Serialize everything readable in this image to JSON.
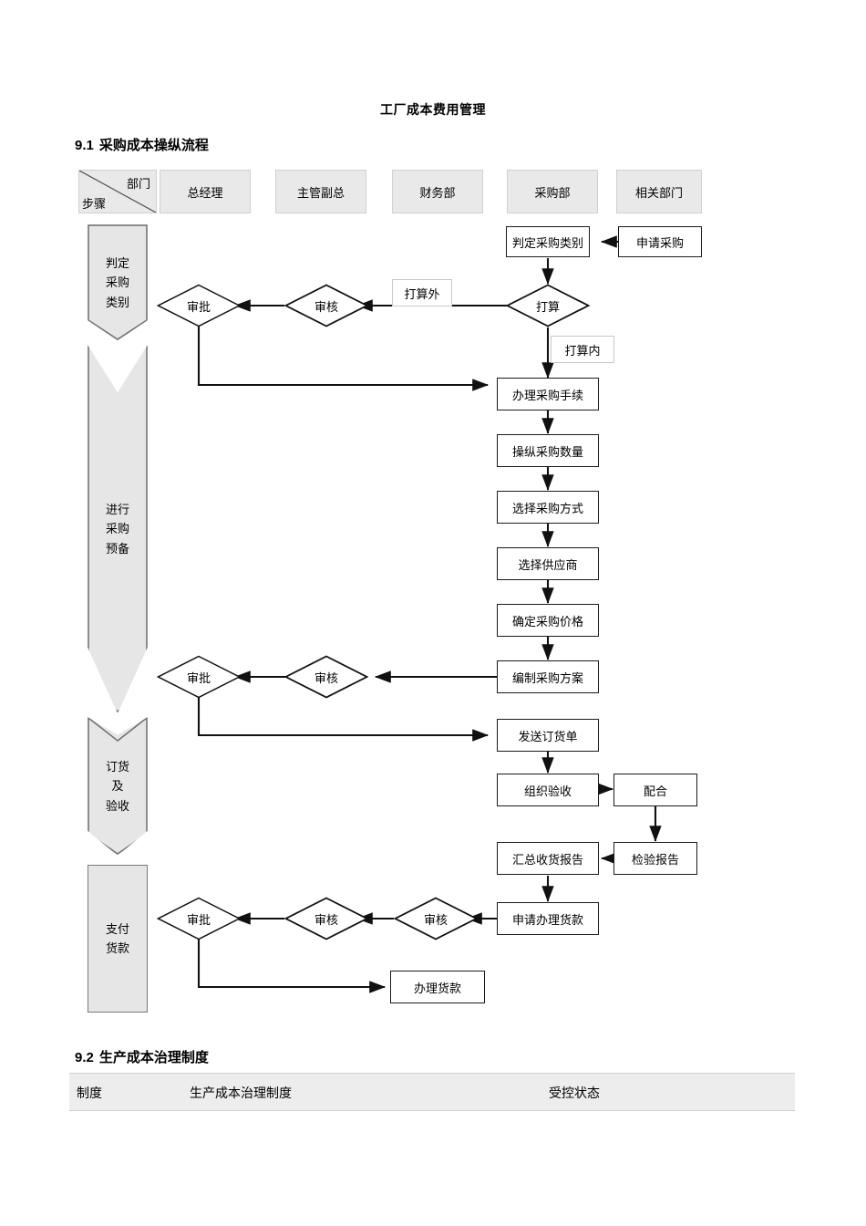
{
  "document": {
    "title": "工厂成本费用管理"
  },
  "sections": {
    "s91": {
      "number": "9.1",
      "title": "采购成本操纵流程"
    },
    "s92": {
      "number": "9.2",
      "title": "生产成本治理制度"
    }
  },
  "flowchart": {
    "corner_header": {
      "top_label": "部门",
      "bottom_label": "步骤"
    },
    "departments": [
      {
        "name": "dept-general-manager",
        "label": "总经理"
      },
      {
        "name": "dept-supervising-vp",
        "label": "主管副总"
      },
      {
        "name": "dept-finance",
        "label": "财务部"
      },
      {
        "name": "dept-purchasing",
        "label": "采购部"
      },
      {
        "name": "dept-related",
        "label": "相关部门"
      }
    ],
    "steps": [
      {
        "name": "step-judge-category",
        "lines": [
          "判定",
          "采购",
          "类别"
        ]
      },
      {
        "name": "step-purchase-prepare",
        "lines": [
          "进行",
          "采购",
          "预备"
        ]
      },
      {
        "name": "step-order-acceptance",
        "lines": [
          "订货",
          "及",
          "验收"
        ]
      },
      {
        "name": "step-pay-goods",
        "lines": [
          "支付",
          "货款"
        ]
      }
    ],
    "nodes": [
      {
        "name": "node-apply-purchase",
        "label": "申请采购"
      },
      {
        "name": "node-judge-purchase-category",
        "label": "判定采购类别"
      },
      {
        "name": "node-handle-purchase-procedure",
        "label": "办理采购手续"
      },
      {
        "name": "node-control-purchase-quantity",
        "label": "操纵采购数量"
      },
      {
        "name": "node-select-purchase-method",
        "label": "选择采购方式"
      },
      {
        "name": "node-select-supplier",
        "label": "选择供应商"
      },
      {
        "name": "node-confirm-purchase-price",
        "label": "确定采购价格"
      },
      {
        "name": "node-prepare-purchase-plan",
        "label": "编制采购方案"
      },
      {
        "name": "node-send-order-form",
        "label": "发送订货单"
      },
      {
        "name": "node-organize-acceptance",
        "label": "组织验收"
      },
      {
        "name": "node-cooperate",
        "label": "配合"
      },
      {
        "name": "node-inspection-report",
        "label": "检验报告"
      },
      {
        "name": "node-summary-receipt-report",
        "label": "汇总收货报告"
      },
      {
        "name": "node-apply-payment",
        "label": "申请办理货款"
      },
      {
        "name": "node-process-payment",
        "label": "办理货款"
      }
    ],
    "decisions": [
      {
        "name": "decision-plan",
        "label": "打算"
      },
      {
        "name": "decision-review-1",
        "label": "审核"
      },
      {
        "name": "decision-approve-1",
        "label": "审批"
      },
      {
        "name": "decision-review-2",
        "label": "审核"
      },
      {
        "name": "decision-approve-2",
        "label": "审批"
      },
      {
        "name": "decision-review-3",
        "label": "审核"
      },
      {
        "name": "decision-review-4",
        "label": "审核"
      },
      {
        "name": "decision-approve-3",
        "label": "审批"
      }
    ],
    "branch_labels": [
      {
        "name": "branch-outside-plan",
        "label": "打算外"
      },
      {
        "name": "branch-inside-plan",
        "label": "打算内"
      }
    ]
  },
  "system_table": {
    "headers": [
      "制度",
      "生产成本治理制度",
      "受控状态"
    ]
  }
}
